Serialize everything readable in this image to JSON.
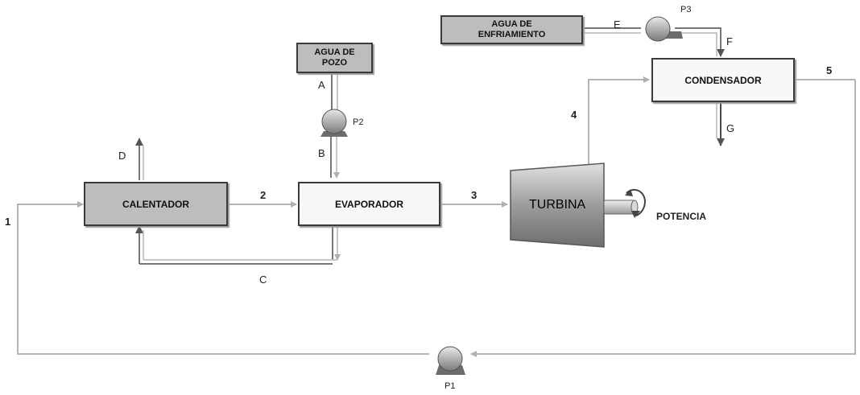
{
  "units": {
    "calentador": "CALENTADOR",
    "evaporador": "EVAPORADOR",
    "condensador": "CONDENSADOR",
    "turbina": "TURBINA"
  },
  "sources": {
    "agua_pozo": "AGUA DE POZO",
    "agua_enfriamiento": "AGUA DE ENFRIAMIENTO"
  },
  "pumps": {
    "p1": "P1",
    "p2": "P2",
    "p3": "P3"
  },
  "outputs": {
    "potencia": "POTENCIA"
  },
  "streams": {
    "s1": "1",
    "s2": "2",
    "s3": "3",
    "s4": "4",
    "s5": "5",
    "A": "A",
    "B": "B",
    "C": "C",
    "D": "D",
    "E": "E",
    "F": "F",
    "G": "G"
  },
  "colors": {
    "gray_unit": "#bdbdbd",
    "white_unit": "#f8f8f8",
    "line": "#b5b5b5",
    "dark_line": "#4a4a4a"
  }
}
